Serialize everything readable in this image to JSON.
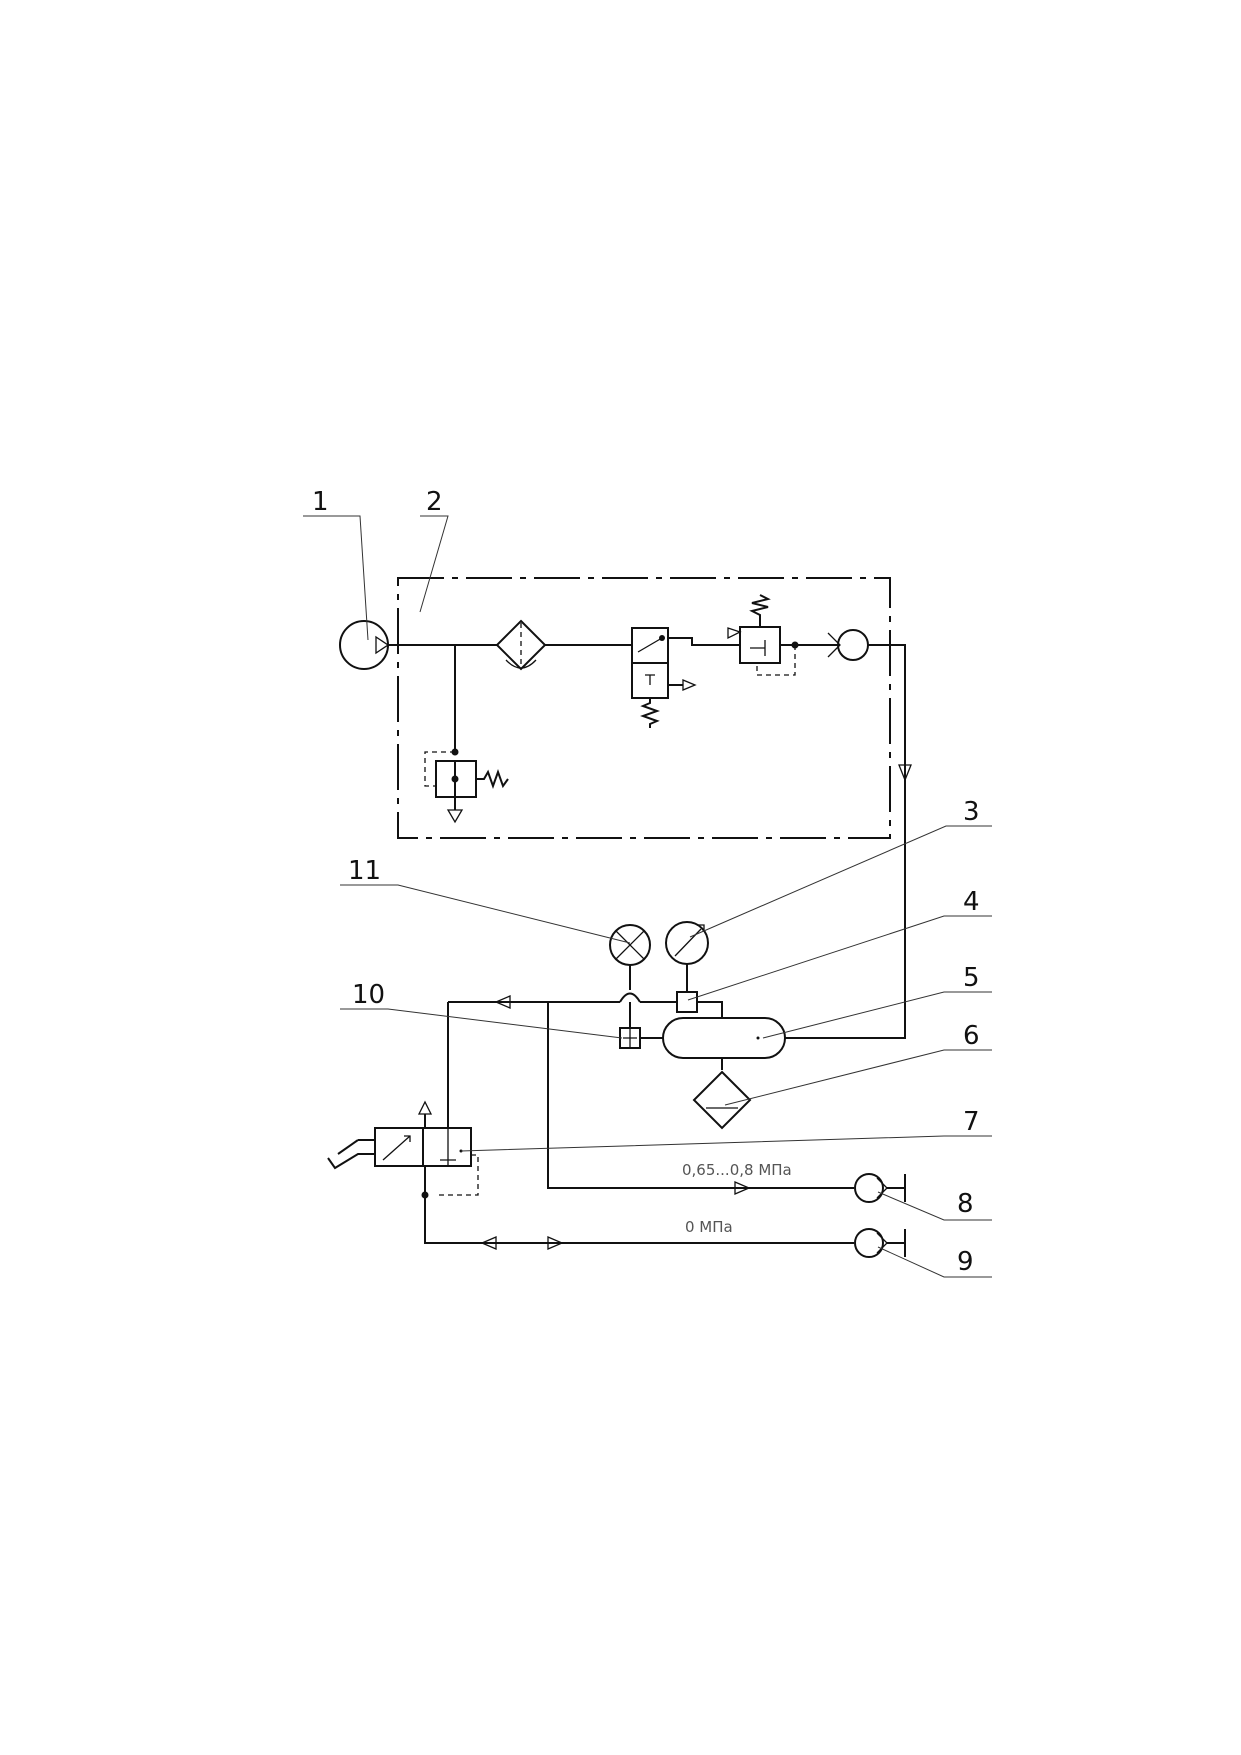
{
  "callouts": [
    "1",
    "2",
    "3",
    "4",
    "5",
    "6",
    "7",
    "8",
    "9",
    "10",
    "11"
  ],
  "pressure_labels": {
    "supply_line": "0,65...0,8 МПа",
    "exhaust_line": "0 МПа"
  },
  "colors": {
    "line": "#111111",
    "pressure_text": "#555555"
  }
}
